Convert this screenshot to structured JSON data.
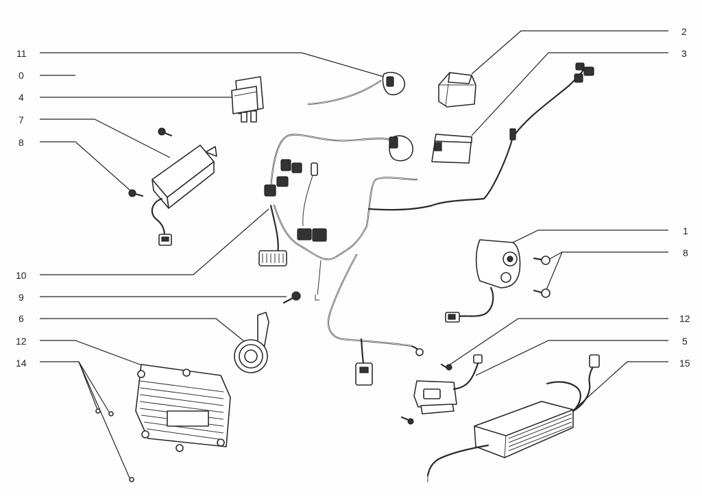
{
  "diagram": {
    "callouts": {
      "c11": "11",
      "c0": "0",
      "c4": "4",
      "c7": "7",
      "c8l": "8",
      "c10": "10",
      "c9": "9",
      "c6": "6",
      "c12l": "12",
      "c14": "14",
      "c2": "2",
      "c3": "3",
      "c1": "1",
      "c8r": "8",
      "c12r": "12",
      "c5": "5",
      "c15": "15"
    },
    "colors": {
      "ink": "#2a2a2a",
      "background": "#fdfdfd"
    }
  }
}
